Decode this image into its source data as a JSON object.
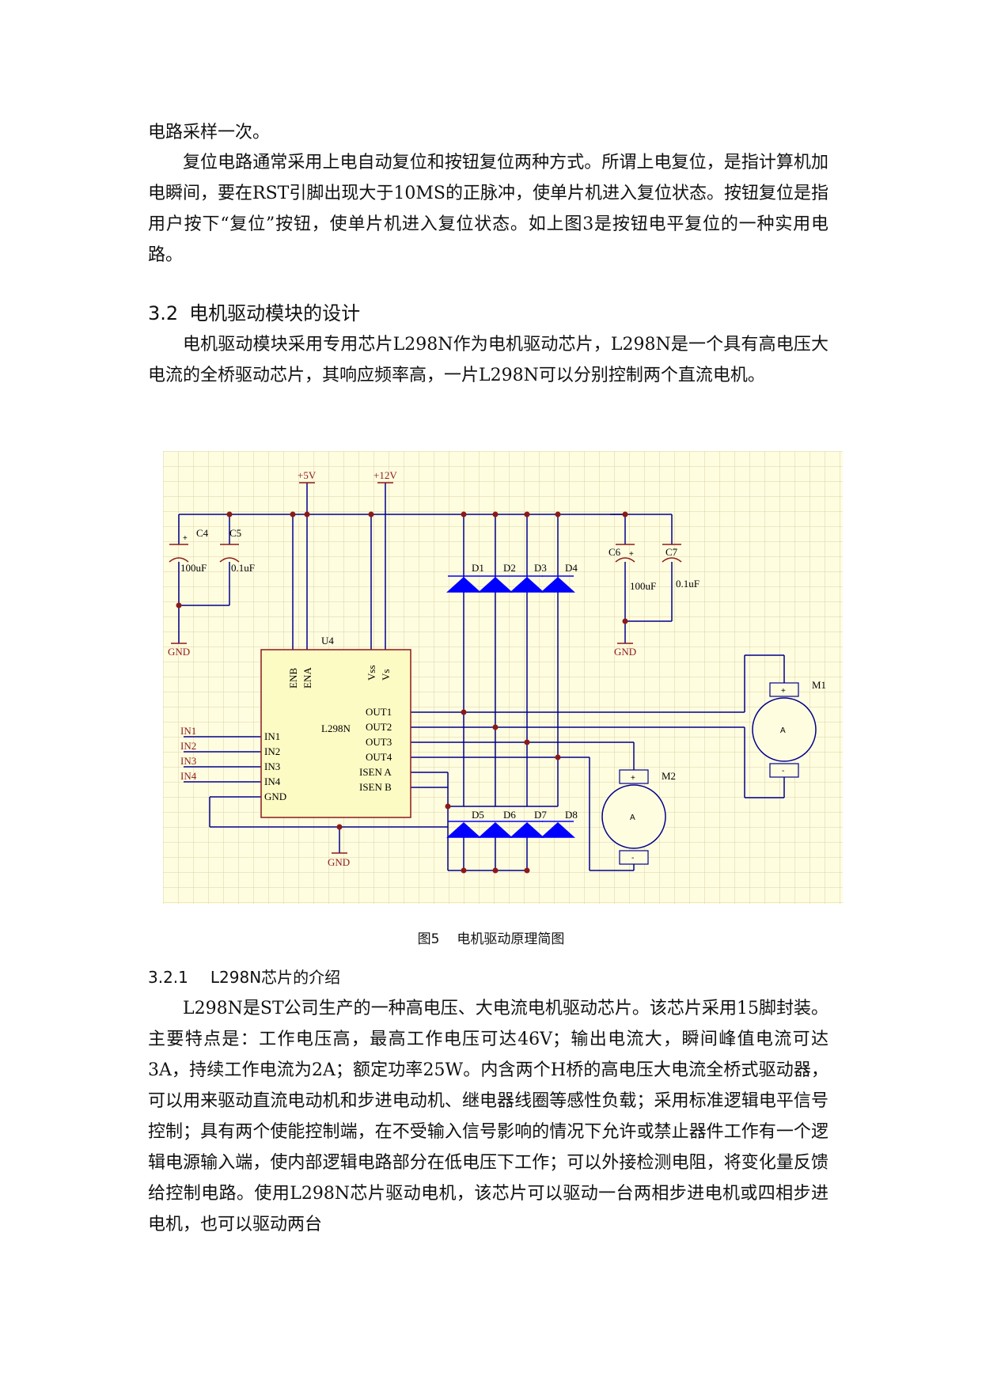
{
  "paragraphs": {
    "p0": "电路采样一次。",
    "p1": "复位电路通常采用上电自动复位和按钮复位两种方式。所谓上电复位，是指计算机加电瞬间，要在RST引脚出现大于10MS的正脉冲，使单片机进入复位状态。按钮复位是指用户按下“复位”按钮，使单片机进入复位状态。如上图3是按钮电平复位的一种实用电路。",
    "p2": "电机驱动模块采用专用芯片L298N作为电机驱动芯片，L298N是一个具有高电压大电流的全桥驱动芯片，其响应频率高，一片L298N可以分别控制两个直流电机。",
    "p3": "L298N是ST公司生产的一种高电压、大电流电机驱动芯片。该芯片采用15脚封装。主要特点是：工作电压高，最高工作电压可达46V；输出电流大，瞬间峰值电流可达3A，持续工作电流为2A；额定功率25W。内含两个H桥的高电压大电流全桥式驱动器，可以用来驱动直流电动机和步进电动机、继电器线圈等感性负载；采用标准逻辑电平信号控制；具有两个使能控制端，在不受输入信号影响的情况下允许或禁止器件工作有一个逻辑电源输入端，使内部逻辑电路部分在低电压下工作；可以外接检测电阻，将变化量反馈给控制电路。使用L298N芯片驱动电机，该芯片可以驱动一台两相步进电机或四相步进电机，也可以驱动两台"
  },
  "section": {
    "number": "3.2",
    "title": "电机驱动模块的设计"
  },
  "subsection": {
    "number": "3.2.1",
    "title": "L298N芯片的介绍"
  },
  "figure": {
    "caption_label": "图5",
    "caption_text": "电机驱动原理简图",
    "supply_5v": "+5V",
    "supply_12v": "+12V",
    "gnd": "GND",
    "chip_ref": "U4",
    "chip_name": "L298N",
    "pins_left": [
      "IN1",
      "IN2",
      "IN3",
      "IN4",
      "GND"
    ],
    "pins_right": [
      "OUT1",
      "OUT2",
      "OUT3",
      "OUT4",
      "ISEN A",
      "ISEN B"
    ],
    "pins_top": [
      "ENB",
      "ENA",
      "Vss",
      "Vs"
    ],
    "inputs": [
      "IN1",
      "IN2",
      "IN3",
      "IN4"
    ],
    "capacitors": [
      {
        "ref": "C4",
        "value": "100uF"
      },
      {
        "ref": "C5",
        "value": "0.1uF"
      },
      {
        "ref": "C6",
        "value": "100uF"
      },
      {
        "ref": "C7",
        "value": "0.1uF"
      }
    ],
    "diodes_top": [
      "D1",
      "D2",
      "D3",
      "D4"
    ],
    "diodes_bottom": [
      "D5",
      "D6",
      "D7",
      "D8"
    ],
    "motors": [
      "M1",
      "M2"
    ],
    "motor_symbol": "A",
    "plus": "+",
    "minus": "-",
    "colors": {
      "grid_bg": "#fffde0",
      "grid_line": "#d9d2a6",
      "wire": "#00008b",
      "component": "#8b1a1a",
      "diode": "#0000ff",
      "chip_fill": "#fdfbc4"
    }
  }
}
